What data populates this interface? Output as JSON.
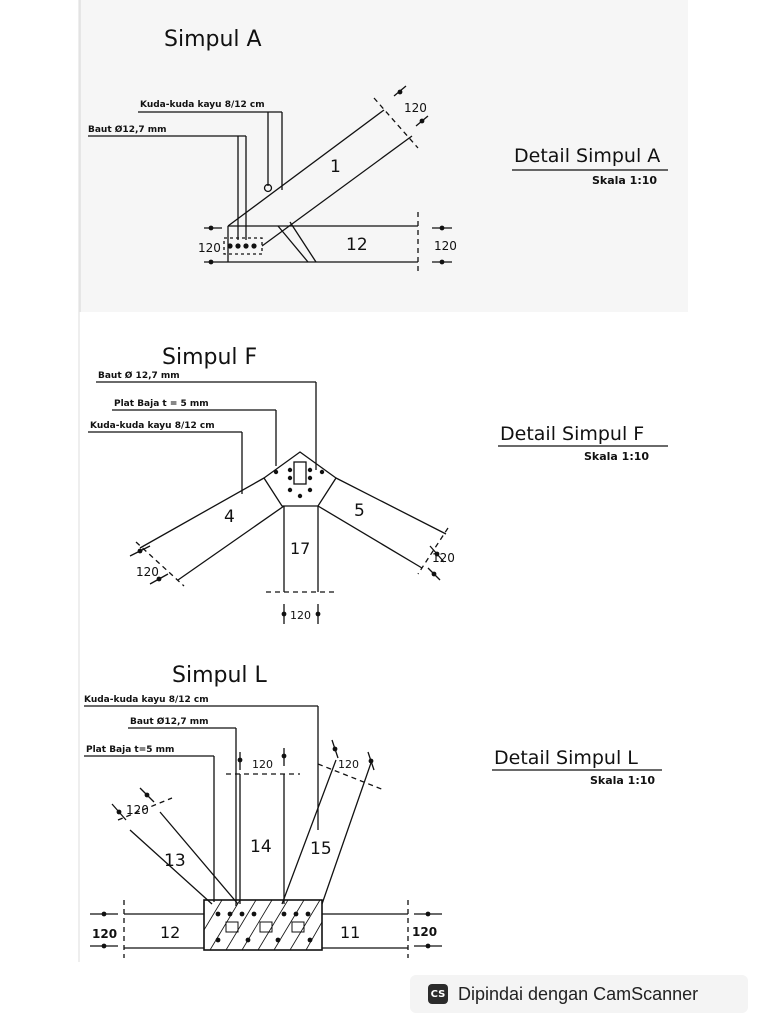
{
  "simpul_a": {
    "title": "Simpul A",
    "detail_title": "Detail Simpul A",
    "scale": "Skala 1:10",
    "label_kuda": "Kuda-kuda kayu 8/12 cm",
    "label_baut": "Baut Ø12,7 mm",
    "member_top": "1",
    "member_bottom": "12",
    "dim_top": "120",
    "dim_left": "120",
    "dim_right": "120"
  },
  "simpul_f": {
    "title": "Simpul F",
    "detail_title": "Detail Simpul F",
    "scale": "Skala 1:10",
    "label_baut": "Baut Ø 12,7 mm",
    "label_plat": "Plat Baja t = 5 mm",
    "label_kuda": "Kuda-kuda kayu 8/12 cm",
    "member_left": "4",
    "member_right": "5",
    "member_bottom": "17",
    "dim_left": "120",
    "dim_right": "120",
    "dim_bottom": "120"
  },
  "simpul_l": {
    "title": "Simpul L",
    "detail_title": "Detail Simpul L",
    "scale": "Skala 1:10",
    "label_kuda": "Kuda-kuda kayu 8/12 cm",
    "label_baut": "Baut Ø12,7 mm",
    "label_plat": "Plat Baja t=5 mm",
    "member_13": "13",
    "member_14": "14",
    "member_15": "15",
    "member_12": "12",
    "member_11": "11",
    "dim_13": "120",
    "dim_14": "120",
    "dim_15": "120",
    "dim_left": "120",
    "dim_right": "120"
  },
  "footer": {
    "logo": "CS",
    "text": "Dipindai dengan CamScanner"
  }
}
